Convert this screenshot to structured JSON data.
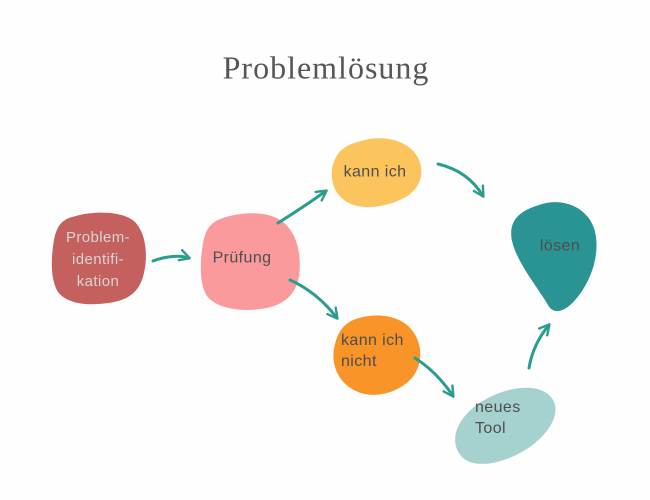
{
  "title": {
    "text": "Problemlösung",
    "color": "#565656"
  },
  "colors": {
    "background": "#fffefe",
    "arrow": "#2a9d8f",
    "label_dark": "#4e4e4e",
    "label_light": "#d9d5d2"
  },
  "nodes": [
    {
      "id": "problem-identifikation",
      "lines": [
        "Problem-",
        "identifi-",
        "kation"
      ],
      "color": "#c4605e",
      "text_color": "#d9d5d2"
    },
    {
      "id": "pruefung",
      "lines": [
        "Prüfung"
      ],
      "color": "#fb9a9d",
      "text_color": "#4e4e4e"
    },
    {
      "id": "kann-ich",
      "lines": [
        "kann ich"
      ],
      "color": "#fcc45c",
      "text_color": "#4e4e4e"
    },
    {
      "id": "kann-ich-nicht",
      "lines": [
        "kann ich",
        "nicht"
      ],
      "color": "#f89428",
      "text_color": "#4e4e4e"
    },
    {
      "id": "neues-tool",
      "lines": [
        "neues",
        "Tool"
      ],
      "color": "#a5d2cf",
      "text_color": "#4e4e4e"
    },
    {
      "id": "loesen",
      "lines": [
        "lösen"
      ],
      "color": "#2a9394",
      "text_color": "#454545"
    }
  ],
  "edges": [
    {
      "from": "Problem-identifikation",
      "to": "Prüfung"
    },
    {
      "from": "Prüfung",
      "to": "kann ich"
    },
    {
      "from": "Prüfung",
      "to": "kann ich nicht"
    },
    {
      "from": "kann ich",
      "to": "lösen"
    },
    {
      "from": "kann ich nicht",
      "to": "neues Tool"
    },
    {
      "from": "neues Tool",
      "to": "lösen"
    }
  ]
}
